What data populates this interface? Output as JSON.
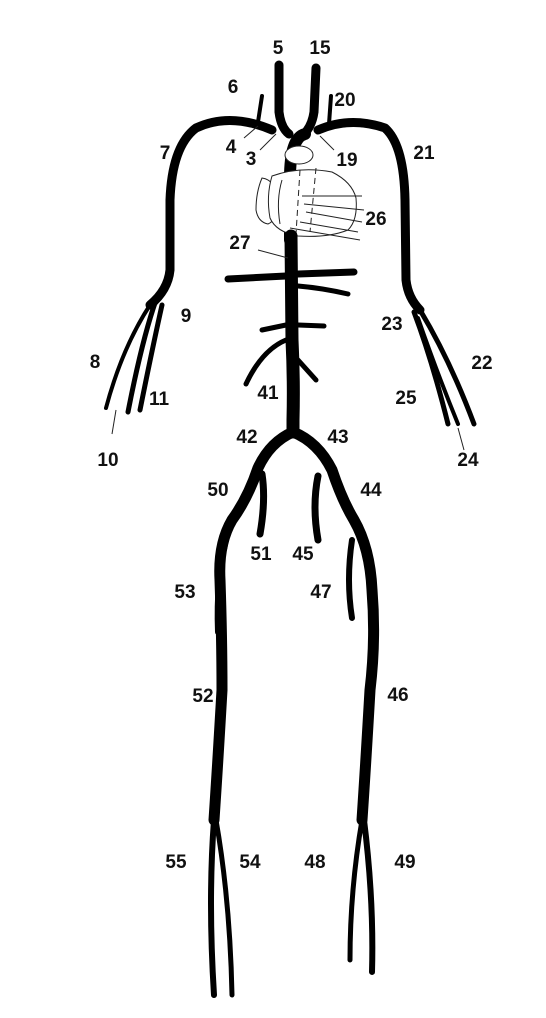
{
  "diagram": {
    "colors": {
      "vessel": "#000000",
      "background": "#ffffff",
      "label": "#111111"
    },
    "labels": [
      "5",
      "15",
      "6",
      "20",
      "4",
      "3",
      "19",
      "7",
      "21",
      "26",
      "27",
      "9",
      "23",
      "8",
      "22",
      "11",
      "41",
      "25",
      "10",
      "24",
      "42",
      "43",
      "50",
      "44",
      "51",
      "45",
      "53",
      "47",
      "52",
      "46",
      "55",
      "54",
      "48",
      "49"
    ]
  }
}
